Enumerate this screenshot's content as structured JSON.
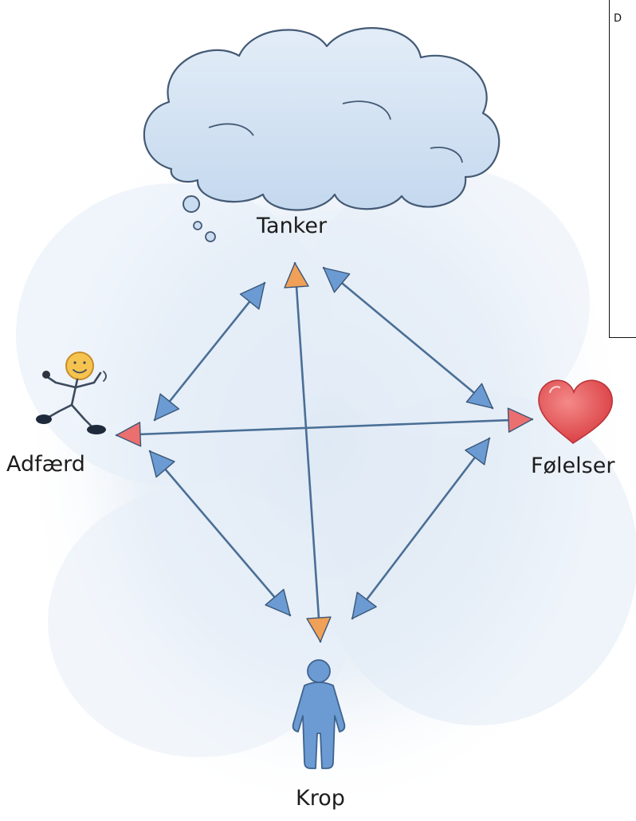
{
  "diagram": {
    "nodes": {
      "tanker": {
        "label": "Tanker",
        "icon": "thought-cloud-icon"
      },
      "adfaerd": {
        "label": "Adfærd",
        "icon": "running-stick-figure-icon"
      },
      "folelser": {
        "label": "Følelser",
        "icon": "heart-icon"
      },
      "krop": {
        "label": "Krop",
        "icon": "person-body-icon"
      }
    },
    "edges": [
      {
        "from": "Tanker",
        "to": "Adfærd",
        "direction": "both"
      },
      {
        "from": "Tanker",
        "to": "Følelser",
        "direction": "both"
      },
      {
        "from": "Tanker",
        "to": "Krop",
        "direction": "both"
      },
      {
        "from": "Adfærd",
        "to": "Følelser",
        "direction": "both"
      },
      {
        "from": "Adfærd",
        "to": "Krop",
        "direction": "both"
      },
      {
        "from": "Følelser",
        "to": "Krop",
        "direction": "both"
      }
    ],
    "corner_box_text": "D"
  },
  "colors": {
    "arrow_line": "#4a6f96",
    "arrow_head_blue": "#6b9bd2",
    "arrow_head_orange": "#f0a057",
    "arrow_head_red": "#ec6f6f",
    "cloud_fill": "#d4e3f3",
    "heart": "#e24f52",
    "person": "#6b9bd2",
    "stick_face": "#f6c34f"
  }
}
